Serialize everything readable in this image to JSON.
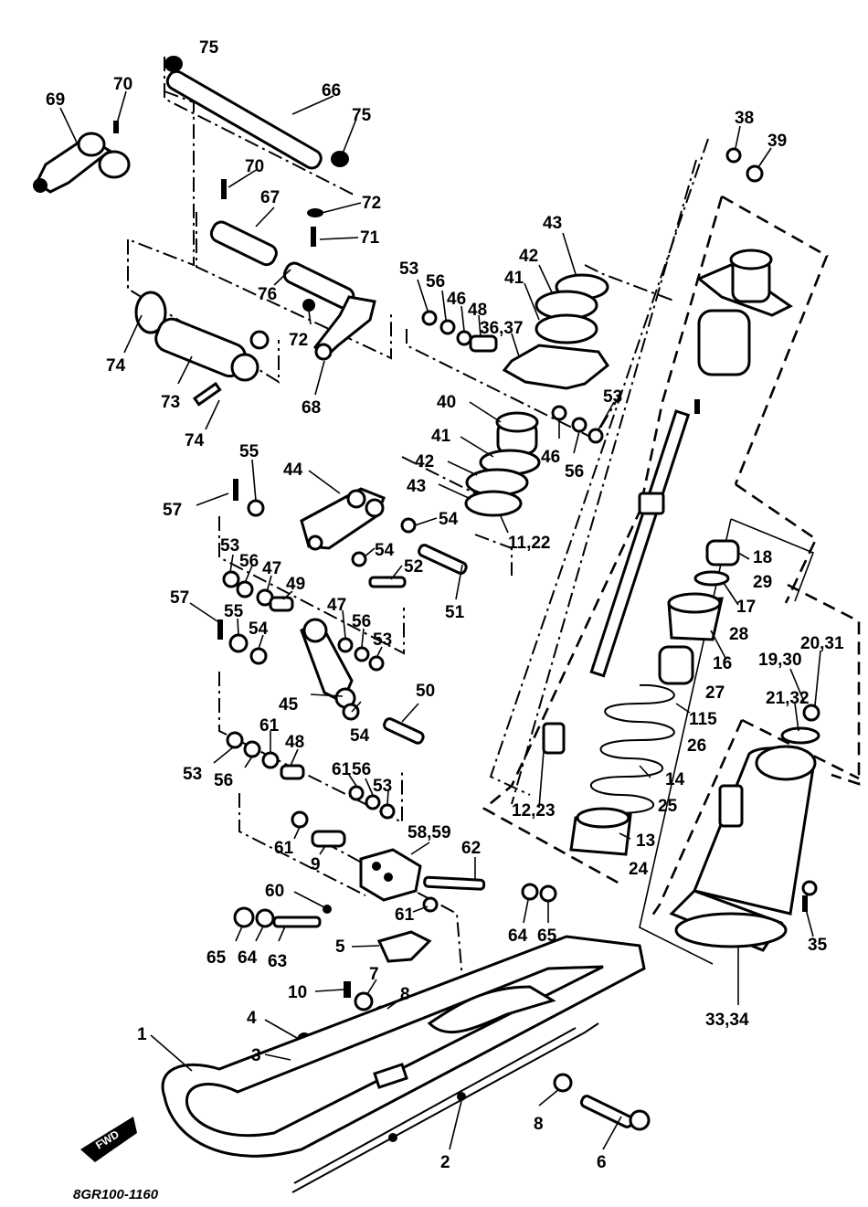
{
  "diagram_code": "8GR100-1160",
  "fwd_label": "FWD",
  "callouts": [
    {
      "id": "c75a",
      "text": "75"
    },
    {
      "id": "c70a",
      "text": "70"
    },
    {
      "id": "c69",
      "text": "69"
    },
    {
      "id": "c66",
      "text": "66"
    },
    {
      "id": "c75b",
      "text": "75"
    },
    {
      "id": "c70b",
      "text": "70"
    },
    {
      "id": "c67",
      "text": "67"
    },
    {
      "id": "c72a",
      "text": "72"
    },
    {
      "id": "c71",
      "text": "71"
    },
    {
      "id": "c76",
      "text": "76"
    },
    {
      "id": "c72b",
      "text": "72"
    },
    {
      "id": "c68",
      "text": "68"
    },
    {
      "id": "c74a",
      "text": "74"
    },
    {
      "id": "c73",
      "text": "73"
    },
    {
      "id": "c74b",
      "text": "74"
    },
    {
      "id": "c38",
      "text": "38"
    },
    {
      "id": "c39",
      "text": "39"
    },
    {
      "id": "c43a",
      "text": "43"
    },
    {
      "id": "c42a",
      "text": "42"
    },
    {
      "id": "c41a",
      "text": "41"
    },
    {
      "id": "c53a",
      "text": "53"
    },
    {
      "id": "c56a",
      "text": "56"
    },
    {
      "id": "c46a",
      "text": "46"
    },
    {
      "id": "c48a",
      "text": "48"
    },
    {
      "id": "c3637",
      "text": "36,37"
    },
    {
      "id": "c53b",
      "text": "53"
    },
    {
      "id": "c40",
      "text": "40"
    },
    {
      "id": "c46b",
      "text": "46"
    },
    {
      "id": "c56b",
      "text": "56"
    },
    {
      "id": "c41b",
      "text": "41"
    },
    {
      "id": "c42b",
      "text": "42"
    },
    {
      "id": "c43b",
      "text": "43"
    },
    {
      "id": "c1122",
      "text": "11,22"
    },
    {
      "id": "c55a",
      "text": "55"
    },
    {
      "id": "c44",
      "text": "44"
    },
    {
      "id": "c57a",
      "text": "57"
    },
    {
      "id": "c54a",
      "text": "54"
    },
    {
      "id": "c54b",
      "text": "54"
    },
    {
      "id": "c52",
      "text": "52"
    },
    {
      "id": "c51",
      "text": "51"
    },
    {
      "id": "c53c",
      "text": "53"
    },
    {
      "id": "c56c",
      "text": "56"
    },
    {
      "id": "c47a",
      "text": "47"
    },
    {
      "id": "c49",
      "text": "49"
    },
    {
      "id": "c57b",
      "text": "57"
    },
    {
      "id": "c55b",
      "text": "55"
    },
    {
      "id": "c54c",
      "text": "54"
    },
    {
      "id": "c47b",
      "text": "47"
    },
    {
      "id": "c56d",
      "text": "56"
    },
    {
      "id": "c53d",
      "text": "53"
    },
    {
      "id": "c45",
      "text": "45"
    },
    {
      "id": "c50",
      "text": "50"
    },
    {
      "id": "c54d",
      "text": "54"
    },
    {
      "id": "c61a",
      "text": "61"
    },
    {
      "id": "c48b",
      "text": "48"
    },
    {
      "id": "c53e",
      "text": "53"
    },
    {
      "id": "c56e",
      "text": "56"
    },
    {
      "id": "c61b",
      "text": "61"
    },
    {
      "id": "c56f",
      "text": "56"
    },
    {
      "id": "c53f",
      "text": "53"
    },
    {
      "id": "c61c",
      "text": "61"
    },
    {
      "id": "c9",
      "text": "9"
    },
    {
      "id": "c5859",
      "text": "58,59"
    },
    {
      "id": "c62",
      "text": "62"
    },
    {
      "id": "c60",
      "text": "60"
    },
    {
      "id": "c61d",
      "text": "61"
    },
    {
      "id": "c64a",
      "text": "64"
    },
    {
      "id": "c65a",
      "text": "65"
    },
    {
      "id": "c65b",
      "text": "65"
    },
    {
      "id": "c64b",
      "text": "64"
    },
    {
      "id": "c63",
      "text": "63"
    },
    {
      "id": "c5",
      "text": "5"
    },
    {
      "id": "c7",
      "text": "7"
    },
    {
      "id": "c10",
      "text": "10"
    },
    {
      "id": "c8a",
      "text": "8"
    },
    {
      "id": "c4",
      "text": "4"
    },
    {
      "id": "c3",
      "text": "3"
    },
    {
      "id": "c1",
      "text": "1"
    },
    {
      "id": "c8b",
      "text": "8"
    },
    {
      "id": "c2",
      "text": "2"
    },
    {
      "id": "c6",
      "text": "6"
    },
    {
      "id": "c18",
      "text": "18"
    },
    {
      "id": "c29",
      "text": "29"
    },
    {
      "id": "c17",
      "text": "17"
    },
    {
      "id": "c28",
      "text": "28"
    },
    {
      "id": "c16",
      "text": "16"
    },
    {
      "id": "c27",
      "text": "27"
    },
    {
      "id": "c115",
      "text": "115"
    },
    {
      "id": "c26",
      "text": "26"
    },
    {
      "id": "c14",
      "text": "14"
    },
    {
      "id": "c25",
      "text": "25"
    },
    {
      "id": "c13",
      "text": "13"
    },
    {
      "id": "c24",
      "text": "24"
    },
    {
      "id": "c1223",
      "text": "12,23"
    },
    {
      "id": "c2031",
      "text": "20,31"
    },
    {
      "id": "c1930",
      "text": "19,30"
    },
    {
      "id": "c2132",
      "text": "21,32"
    },
    {
      "id": "c35",
      "text": "35"
    },
    {
      "id": "c3334",
      "text": "33,34"
    }
  ]
}
